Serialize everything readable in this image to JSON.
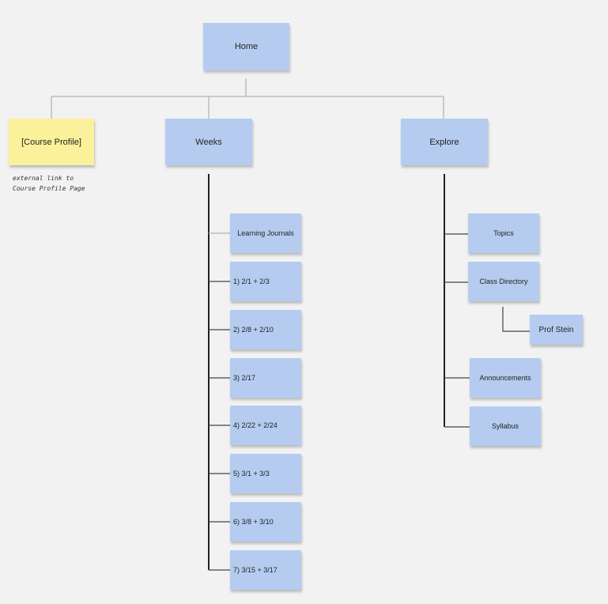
{
  "diagram": {
    "home": {
      "label": "Home"
    },
    "course_profile": {
      "label": "[Course Profile]",
      "note": [
        "external link to",
        "Course Profile Page"
      ]
    },
    "weeks": {
      "label": "Weeks",
      "children": [
        "Learning Journals",
        "1) 2/1 + 2/3",
        "2) 2/8 + 2/10",
        "3) 2/17",
        "4) 2/22 + 2/24",
        "5) 3/1 + 3/3",
        "6) 3/8 + 3/10",
        "7) 3/15 + 3/17"
      ]
    },
    "explore": {
      "label": "Explore",
      "children": [
        "Topics",
        "Class Directory",
        "Announcements",
        "Syllabus"
      ],
      "class_directory_child": "Prof Stein"
    }
  },
  "colors": {
    "background": "#f2f2f2",
    "note_blue": "#b5ccf0",
    "note_yellow": "#fbf19a",
    "line_gray": "#bcbcbc",
    "line_dark": "#222222"
  }
}
